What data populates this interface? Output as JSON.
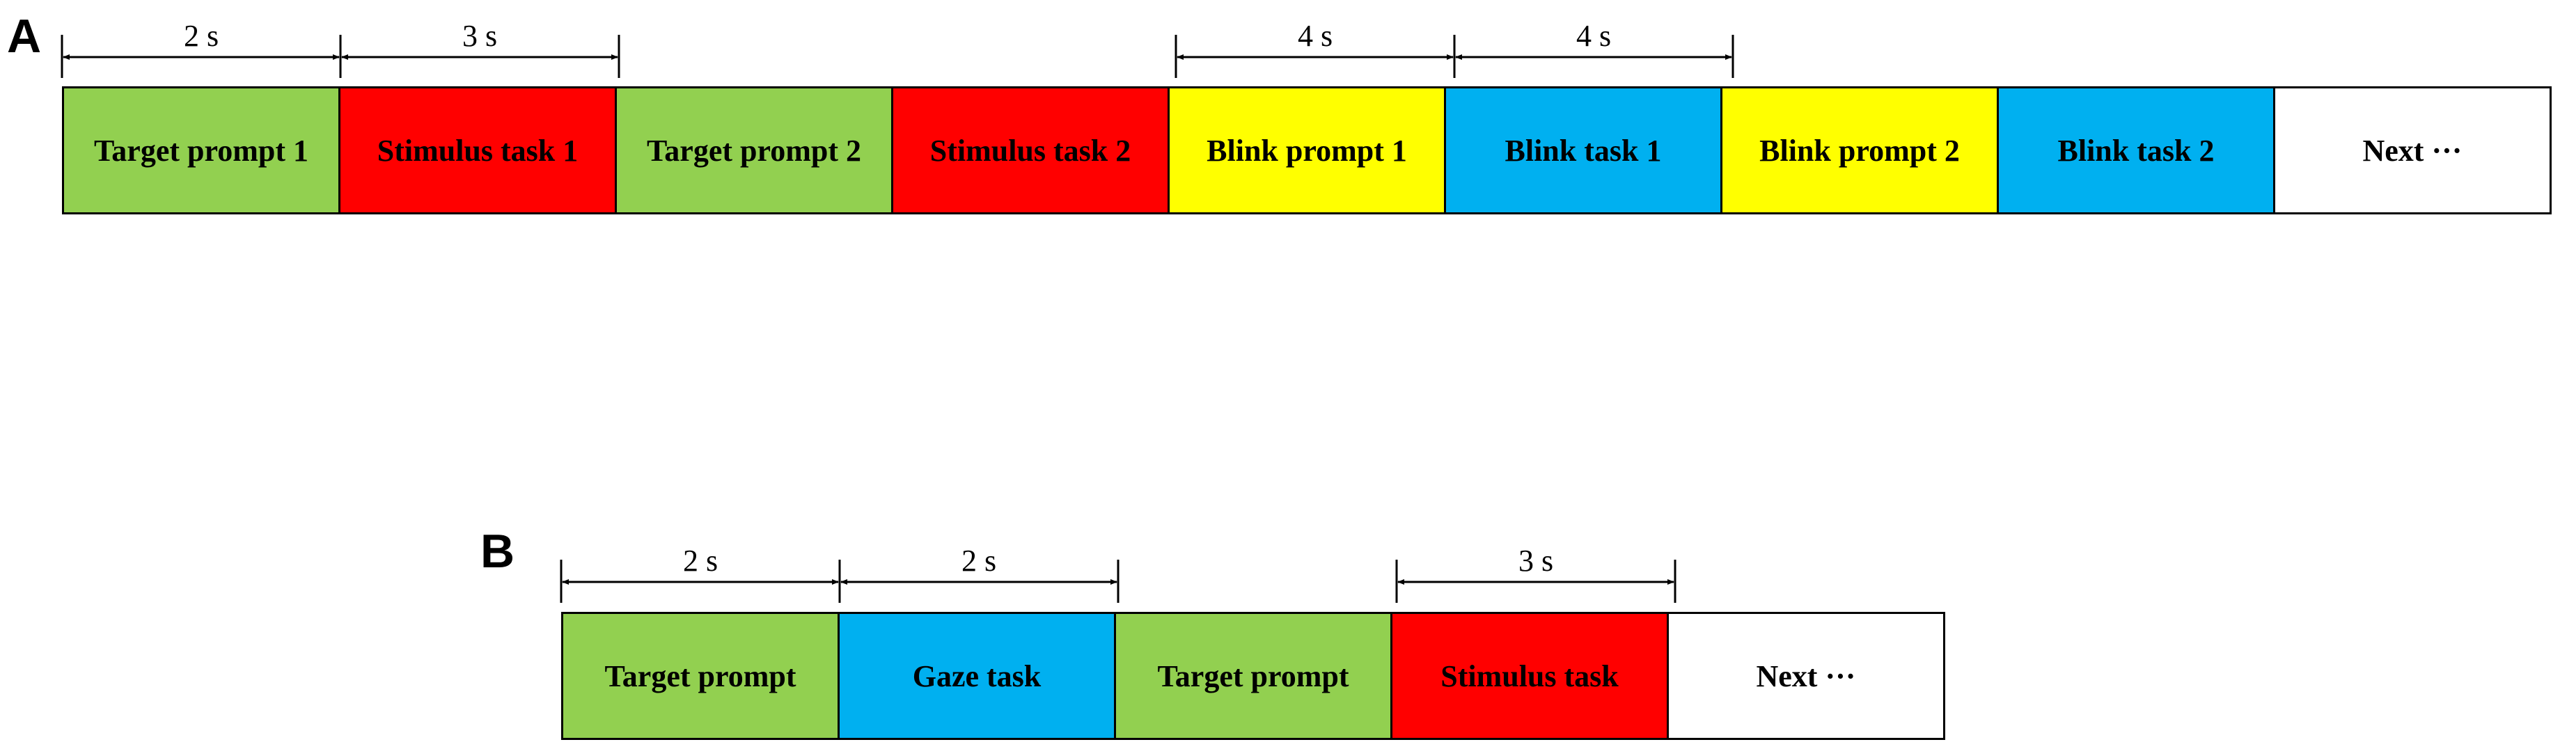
{
  "colors": {
    "green": "#92d050",
    "red": "#ff0000",
    "yellow": "#ffff00",
    "blue": "#00b0f0",
    "white": "#ffffff"
  },
  "panels": [
    {
      "label": "A",
      "blocks": [
        {
          "label": "Target prompt 1",
          "color": "green"
        },
        {
          "label": "Stimulus task 1",
          "color": "red"
        },
        {
          "label": "Target prompt 2",
          "color": "green"
        },
        {
          "label": "Stimulus task 2",
          "color": "red"
        },
        {
          "label": "Blink prompt 1",
          "color": "yellow"
        },
        {
          "label": "Blink task 1",
          "color": "blue"
        },
        {
          "label": "Blink prompt 2",
          "color": "yellow"
        },
        {
          "label": "Blink task 2",
          "color": "blue"
        },
        {
          "label": "Next ···",
          "color": "white"
        }
      ],
      "durations": [
        {
          "block": 0,
          "text": "2 s"
        },
        {
          "block": 1,
          "text": "3 s"
        },
        {
          "block": 4,
          "text": "4 s"
        },
        {
          "block": 5,
          "text": "4 s"
        }
      ]
    },
    {
      "label": "B",
      "blocks": [
        {
          "label": "Target prompt",
          "color": "green"
        },
        {
          "label": "Gaze task",
          "color": "blue"
        },
        {
          "label": "Target prompt",
          "color": "green"
        },
        {
          "label": "Stimulus task",
          "color": "red"
        },
        {
          "label": "Next ···",
          "color": "white"
        }
      ],
      "durations": [
        {
          "block": 0,
          "text": "2 s"
        },
        {
          "block": 1,
          "text": "2 s"
        },
        {
          "block": 3,
          "text": "3 s"
        }
      ]
    }
  ]
}
